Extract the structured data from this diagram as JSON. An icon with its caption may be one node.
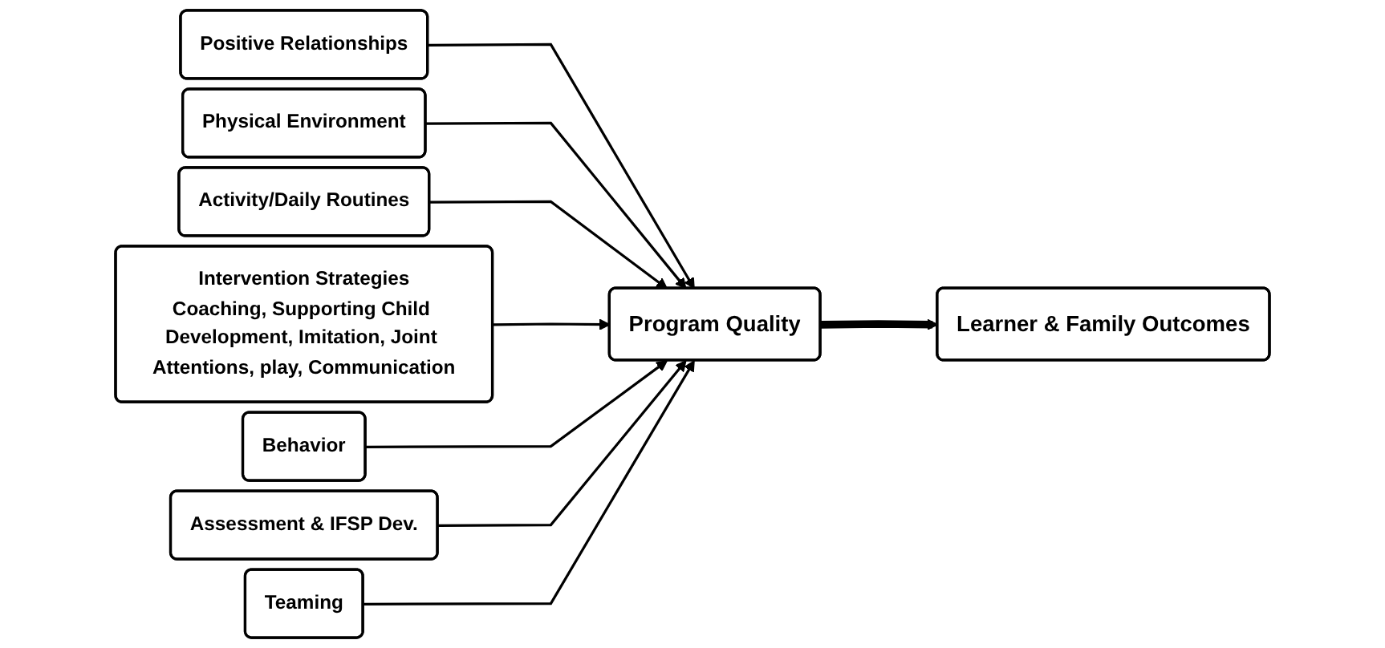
{
  "diagram": {
    "nodes": [
      {
        "text": [
          "Positive Relationships"
        ]
      },
      {
        "text": [
          "Physical Environment"
        ]
      },
      {
        "text": [
          "Activity/Daily Routines"
        ]
      },
      {
        "text": [
          "Intervention Strategies",
          "Coaching, Supporting Child Development, Imitation, Joint Attentions, play, Communication"
        ]
      },
      {
        "text": [
          "Behavior"
        ]
      },
      {
        "text": [
          "Assessment & IFSP Dev."
        ]
      },
      {
        "text": [
          "Teaming"
        ]
      },
      {
        "text": [
          "Program Quality"
        ]
      },
      {
        "text": [
          "Learner & Family Outcomes"
        ]
      }
    ],
    "edges": [
      {
        "from": 0,
        "to": 7,
        "arrow": "to"
      },
      {
        "from": 1,
        "to": 7,
        "arrow": "to"
      },
      {
        "from": 2,
        "to": 7,
        "arrow": "to"
      },
      {
        "from": 3,
        "to": 7,
        "arrow": "to"
      },
      {
        "from": 4,
        "to": 7,
        "arrow": "to"
      },
      {
        "from": 5,
        "to": 7,
        "arrow": "to"
      },
      {
        "from": 6,
        "to": 7,
        "arrow": "to"
      },
      {
        "from": 7,
        "to": 8,
        "arrow": "to",
        "style": "thick"
      }
    ]
  }
}
